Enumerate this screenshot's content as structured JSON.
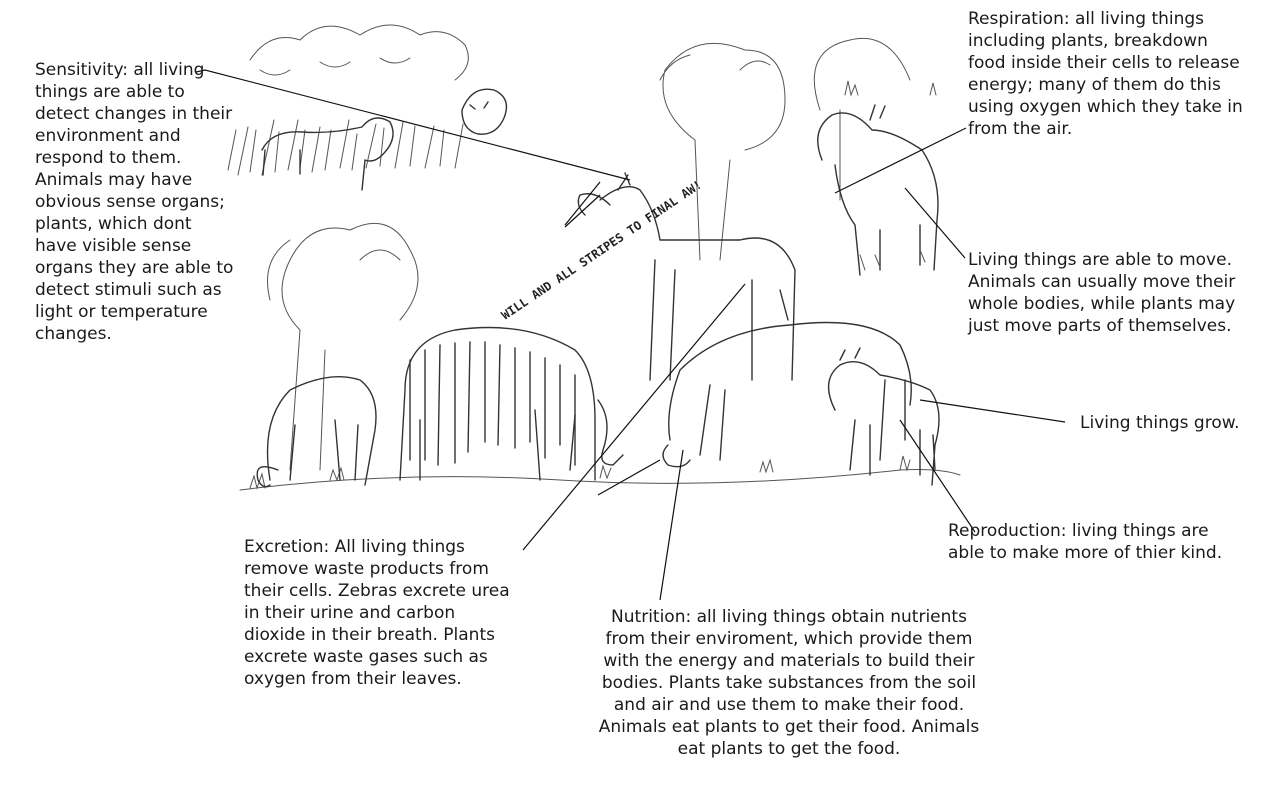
{
  "scene_graffiti": "WILL AND ALL STRIPES TO FINAL AW!",
  "labels": {
    "sensitivity": [
      "Sensitivity: all living",
      "things are able to",
      "detect changes in their",
      "environment and",
      "respond to them.",
      "Animals may have",
      "obvious sense organs;",
      "plants, which dont",
      "have visible sense",
      "organs they are able to",
      "detect stimuli such as",
      "light or temperature",
      "changes."
    ],
    "respiration": [
      "Respiration: all living things",
      "including plants, breakdown",
      "food inside their cells to release",
      "energy; many of them do this",
      "using oxygen which they take in",
      "from the air."
    ],
    "movement": [
      "Living things are able to move.",
      "Animals can usually move their",
      "whole bodies, while plants may",
      "just move parts of themselves."
    ],
    "growth": [
      "Living things grow."
    ],
    "reproduction": [
      "Reproduction: living things are",
      "able to make more of thier kind."
    ],
    "excretion": [
      "Excretion: All living things",
      "remove waste products from",
      "their cells. Zebras excrete urea",
      "in their urine and carbon",
      "dioxide in their breath. Plants",
      "excrete waste gases such as",
      "oxygen from their leaves."
    ],
    "nutrition": [
      "Nutrition: all living things obtain nutrients",
      "from their enviroment, which provide them",
      "with the energy and materials to build their",
      "bodies. Plants take substances from the soil",
      "and air and use them to make their food.",
      "Animals eat plants to get their food. Animals",
      "eat plants to get the food."
    ]
  }
}
